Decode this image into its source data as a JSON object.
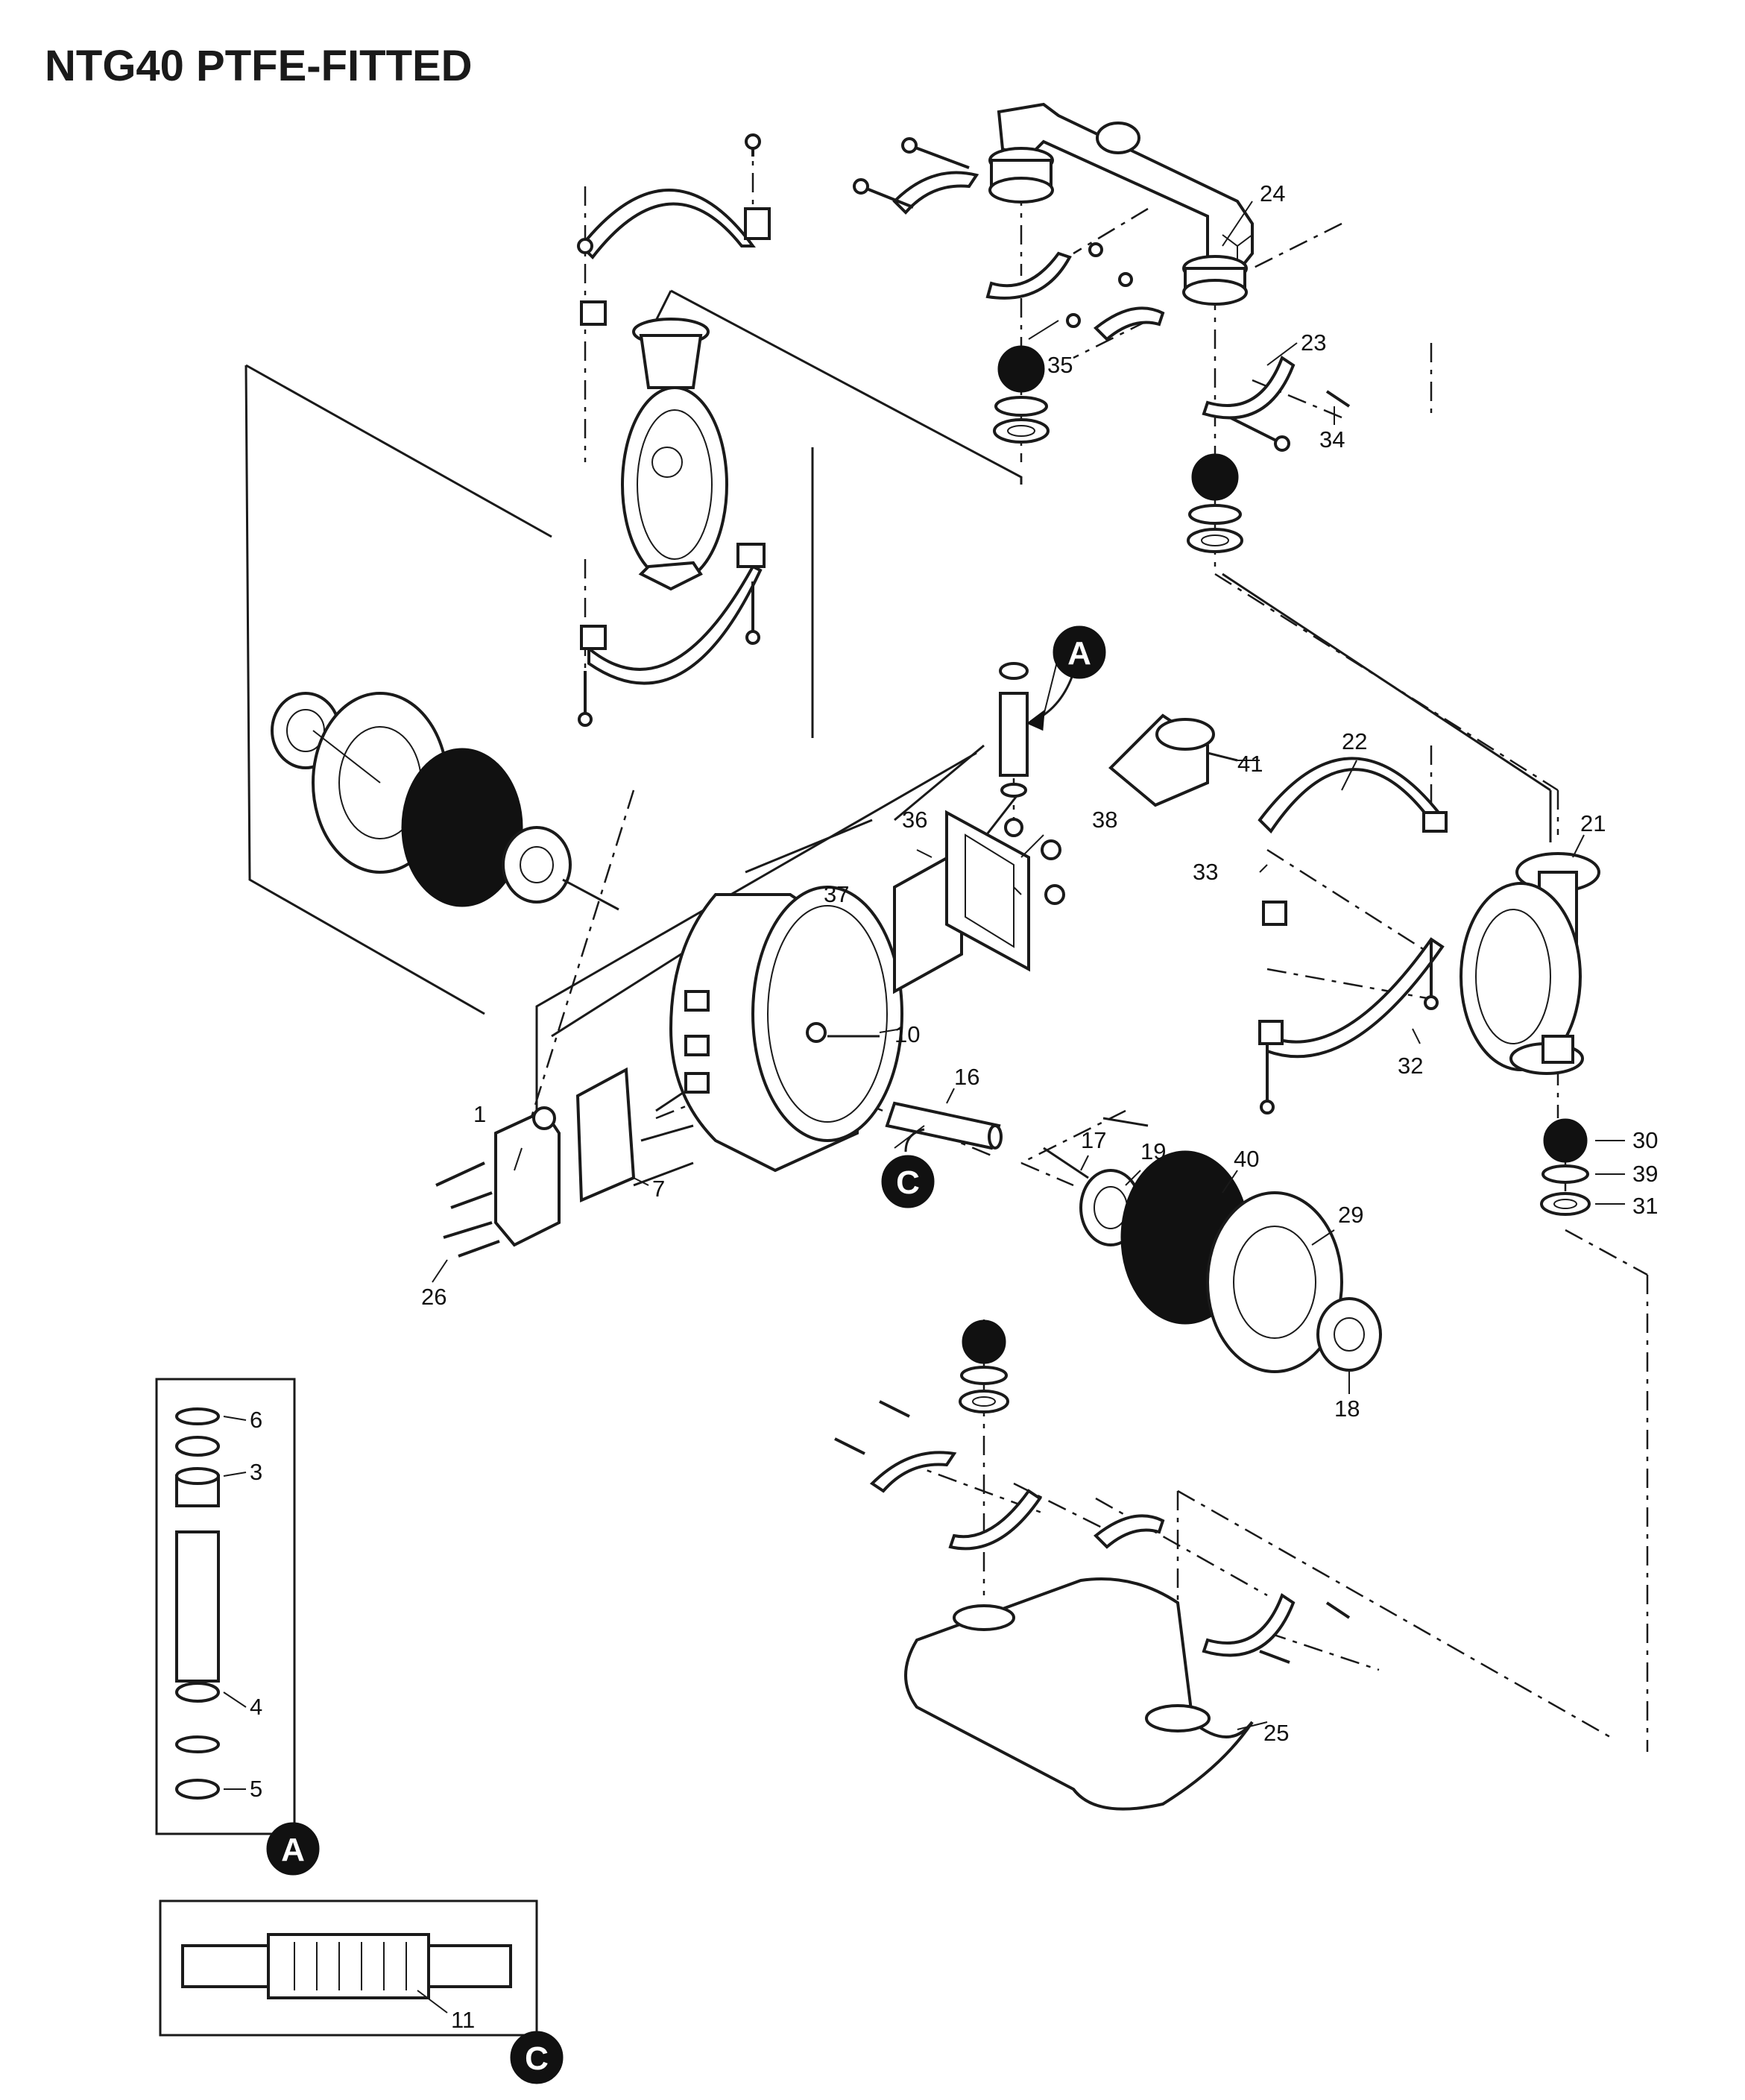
{
  "title": "NTG40 PTFE-FITTED",
  "callouts": {
    "a": "A",
    "c": "C"
  },
  "labels": {
    "p1": "1",
    "p3": "3",
    "p4": "4",
    "p5": "5",
    "p6": "6",
    "p7": "7",
    "p10": "10",
    "p11": "11",
    "p16": "16",
    "p17": "17",
    "p18": "18",
    "p19": "19",
    "p21": "21",
    "p22": "22",
    "p23": "23",
    "p24": "24",
    "p25": "25",
    "p26": "26",
    "p29": "29",
    "p30": "30",
    "p31": "31",
    "p32": "32",
    "p33": "33",
    "p34": "34",
    "p35": "35",
    "p36": "36",
    "p37": "37",
    "p38": "38",
    "p39": "39",
    "p40": "40",
    "p41": "41"
  }
}
